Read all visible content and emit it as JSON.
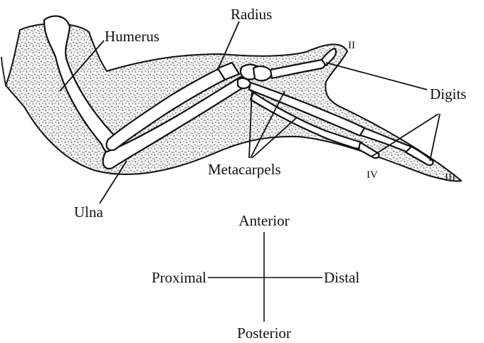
{
  "labels": {
    "humerus": "Humerus",
    "radius": "Radius",
    "ulna": "Ulna",
    "metacarpels": "Metacarpels",
    "digits": "Digits",
    "digit_ii": "II",
    "digit_iii": "III",
    "digit_iv": "IV"
  },
  "compass": {
    "anterior": "Anterior",
    "posterior": "Posterior",
    "proximal": "Proximal",
    "distal": "Distal"
  }
}
